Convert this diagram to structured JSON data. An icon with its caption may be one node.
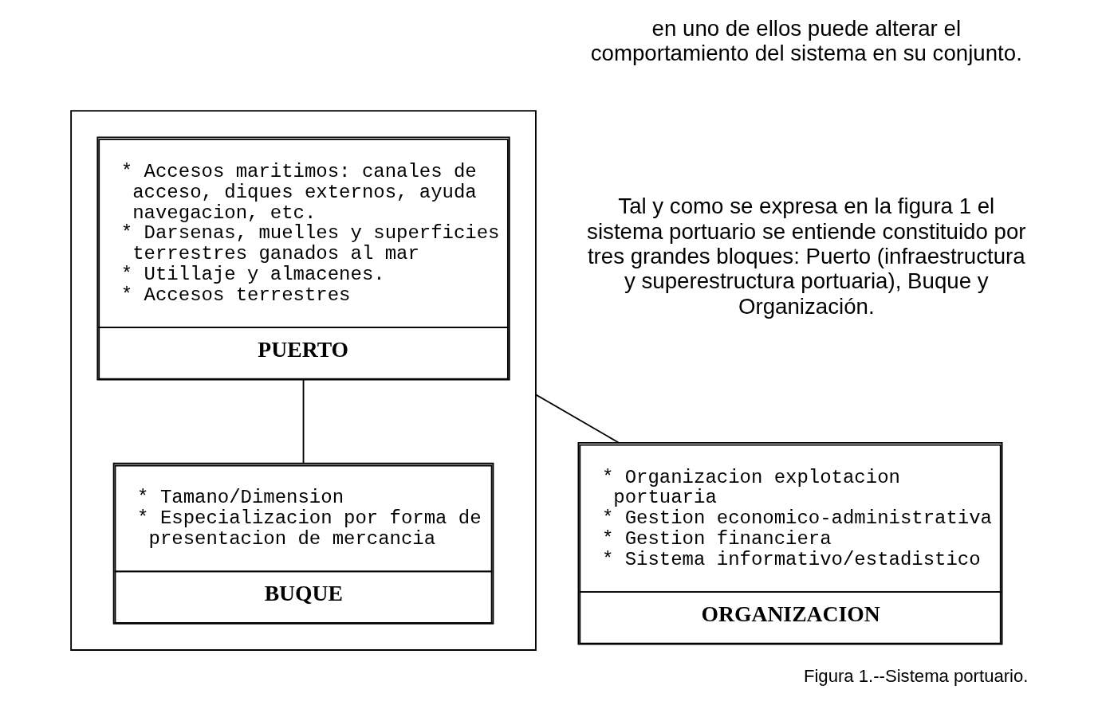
{
  "diagram": {
    "caption": "Figura 1.--Sistema portuario.",
    "nodes": [
      {
        "text": [],
        "shape": "box"
      },
      {
        "text": [
          "* Accesos maritimos: canales de acceso, diques externos, ayuda navegacion, etc.",
          "* Darsenas, muelles y superficies terrestres ganados al mar",
          "* Utillaje y almacenes.",
          "* Accesos terrestres",
          "PUERTO"
        ],
        "in": 0
      },
      {
        "text": [
          "* Tamano/Dimension",
          "* Especializacion por forma de presentacion de mercancia",
          "BUQUE"
        ],
        "in": 0
      },
      {
        "text": [
          "* Organizacion explotacion portuaria",
          "* Gestion economico-administrativa",
          "* Gestion financiera",
          "* Sistema informativo/estadistico",
          "ORGANIZACION"
        ]
      }
    ],
    "edges": [
      {
        "from": 1,
        "to": 2,
        "arrow": "none"
      },
      {
        "from": 0,
        "to": 3,
        "arrow": "none"
      }
    ],
    "labels": [
      "en uno de ellos puede alterar el comportamiento del sistema en su conjunto.",
      "Tal y como se expresa en la figura 1 el sistema portuario se entiende constituido por tres grandes bloques: Puerto (infraestructura y superestructura portuaria), Buque y Organización."
    ]
  }
}
